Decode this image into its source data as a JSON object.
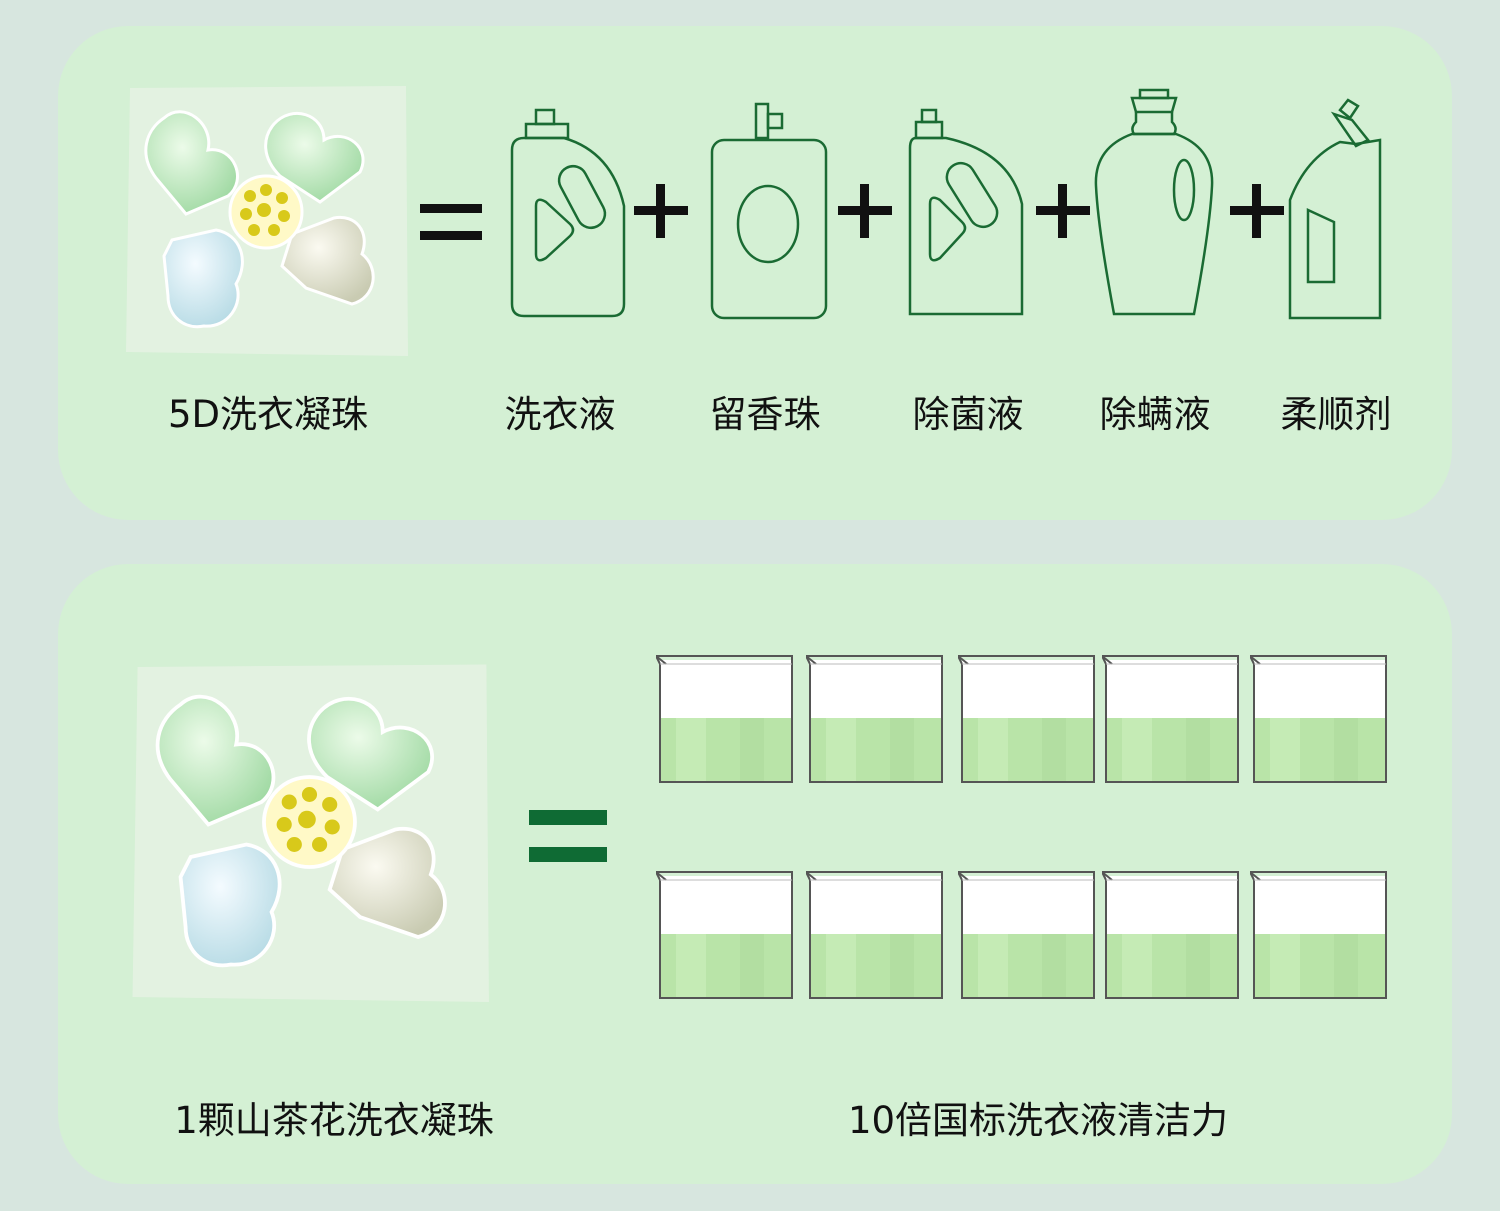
{
  "colors": {
    "background": "#d7e6df",
    "panel": "#d4f0d4",
    "icon_stroke": "#1a6b33",
    "equals_top": "#111111",
    "equals_bottom": "#0f6b34",
    "liquid": "#b9e4a8"
  },
  "top": {
    "pod_label": "5D洗衣凝珠",
    "items": [
      {
        "label": "洗衣液",
        "icon": "laundry-detergent-bottle-icon"
      },
      {
        "label": "留香珠",
        "icon": "scent-beads-bottle-icon"
      },
      {
        "label": "除菌液",
        "icon": "disinfectant-bottle-icon"
      },
      {
        "label": "除螨液",
        "icon": "anti-mite-bottle-icon"
      },
      {
        "label": "柔顺剂",
        "icon": "softener-bottle-icon"
      }
    ]
  },
  "bottom": {
    "pod_label": "1颗山茶花洗衣凝珠",
    "result_label": "10倍国标洗衣液清洁力",
    "beaker_count": 10
  }
}
